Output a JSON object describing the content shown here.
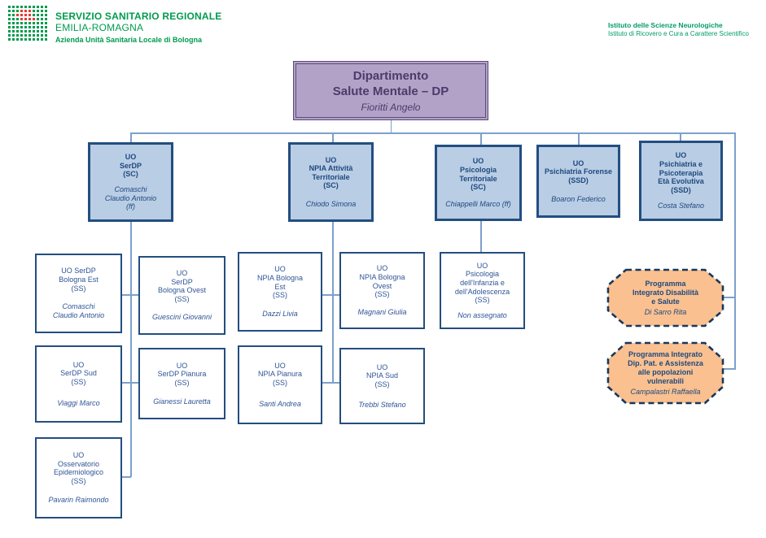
{
  "header": {
    "org": {
      "line1": "SERVIZIO SANITARIO REGIONALE",
      "line2": "EMILIA-ROMAGNA",
      "line3": "Azienda Unità Sanitaria Locale di Bologna"
    },
    "institute": {
      "line1": "Istituto delle Scienze Neurologiche",
      "line2": "Istituto di Ricovero e Cura a Carattere Scientifico"
    },
    "logo_pattern": [
      "gggggggggg",
      "gggrrrgggg",
      "ggrrrrgggg",
      "gggrrrrggg",
      "gggggggggg",
      "gggggggggg",
      "gggggggggg",
      "gggggggggg",
      "gggggggggg"
    ]
  },
  "root": {
    "title": "Dipartimento\nSalute Mentale – DP",
    "director": "Fioritti Angelo"
  },
  "units": [
    {
      "title": "UO\nSerDP\n(SC)",
      "director": "Comaschi\nClaudio Antonio\n(ff)"
    },
    {
      "title": "UO\nNPIA Attività\nTerritoriale\n(SC)",
      "director": "Chiodo Simona"
    },
    {
      "title": "UO\nPsicologia\nTerritoriale\n(SC)",
      "director": "Chiappelli Marco (ff)"
    },
    {
      "title": "UO\nPsichiatria Forense\n(SSD)",
      "director": "Boaron Federico"
    },
    {
      "title": "UO\nPsichiatria e\nPsicoterapia\nEtà Evolutiva\n(SSD)",
      "director": "Costa Stefano"
    }
  ],
  "sub_units": [
    {
      "title": "UO SerDP\nBologna Est\n(SS)",
      "director": "Comaschi\nClaudio Antonio"
    },
    {
      "title": "UO\nSerDP\nBologna Ovest\n(SS)",
      "director": "Guescini Giovanni"
    },
    {
      "title": "UO\nNPIA Bologna\nEst\n(SS)",
      "director": "Dazzi Livia"
    },
    {
      "title": "UO\nNPIA Bologna\nOvest\n(SS)",
      "director": "Magnani Giulia"
    },
    {
      "title": "UO\nPsicologia\ndell'Infanzia e\ndell'Adolescenza\n(SS)",
      "director": "Non assegnato"
    },
    {
      "title": "UO\nSerDP  Sud\n(SS)",
      "director": "Viaggi Marco"
    },
    {
      "title": "UO\nSerDP Pianura\n(SS)",
      "director": "Gianessi Lauretta"
    },
    {
      "title": "UO\nNPIA Pianura\n(SS)",
      "director": "Santi Andrea"
    },
    {
      "title": "UO\nNPIA Sud\n(SS)",
      "director": "Trebbi Stefano"
    },
    {
      "title": "UO\nOsservatorio\nEpidemiologico\n(SS)",
      "director": "Pavarin Raimondo"
    }
  ],
  "programs": [
    {
      "title": "Programma\nIntegrato Disabilità\ne Salute",
      "director": "Di Sarro Rita"
    },
    {
      "title": "Programma Integrato\nDip. Pat. e Assistenza\nalle popolazioni\nvulnerabili",
      "director": "Campalastri Raffaella"
    }
  ],
  "colors": {
    "dark_blue": "#1f497d",
    "light_blue_fill": "#b9cde5",
    "purple_fill": "#b2a2c7",
    "purple_border": "#5d4a79",
    "orange_fill": "#fac090",
    "connector": "#7da0cc",
    "green": "#009b4d",
    "red": "#e23d32"
  }
}
